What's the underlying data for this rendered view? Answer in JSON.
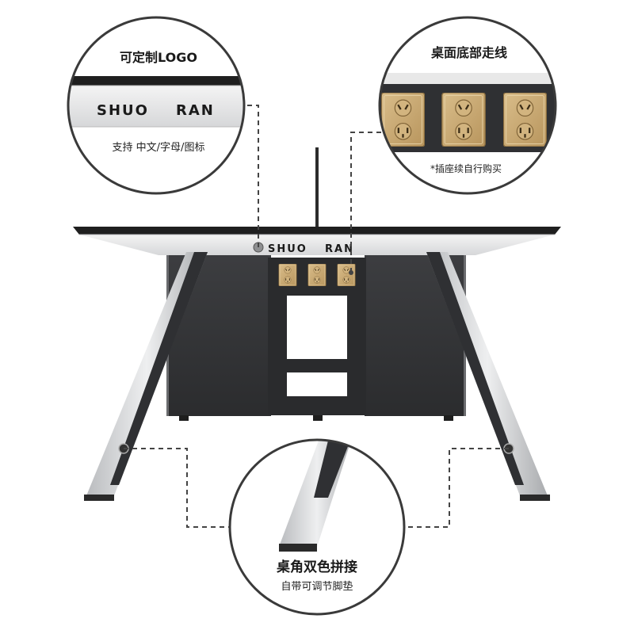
{
  "brand": {
    "name_left": "SHUO",
    "name_right": "RAN"
  },
  "callouts": {
    "logo": {
      "title": "可定制LOGO",
      "subtitle": "支持 中文/字母/图标"
    },
    "wiring": {
      "title": "桌面底部走线",
      "note": "*插座续自行购买"
    },
    "legs": {
      "title": "桌角双色拼接",
      "subtitle": "自带可调节脚垫"
    }
  },
  "colors": {
    "outline": "#3a3a3a",
    "panel_dark": "#333436",
    "frame_light": "#d9dadc",
    "socket_gold": "#c9a874",
    "dashed": "#444444"
  },
  "icons": {
    "socket": "socket-icon",
    "logo_dot": "logo-dot-icon"
  }
}
